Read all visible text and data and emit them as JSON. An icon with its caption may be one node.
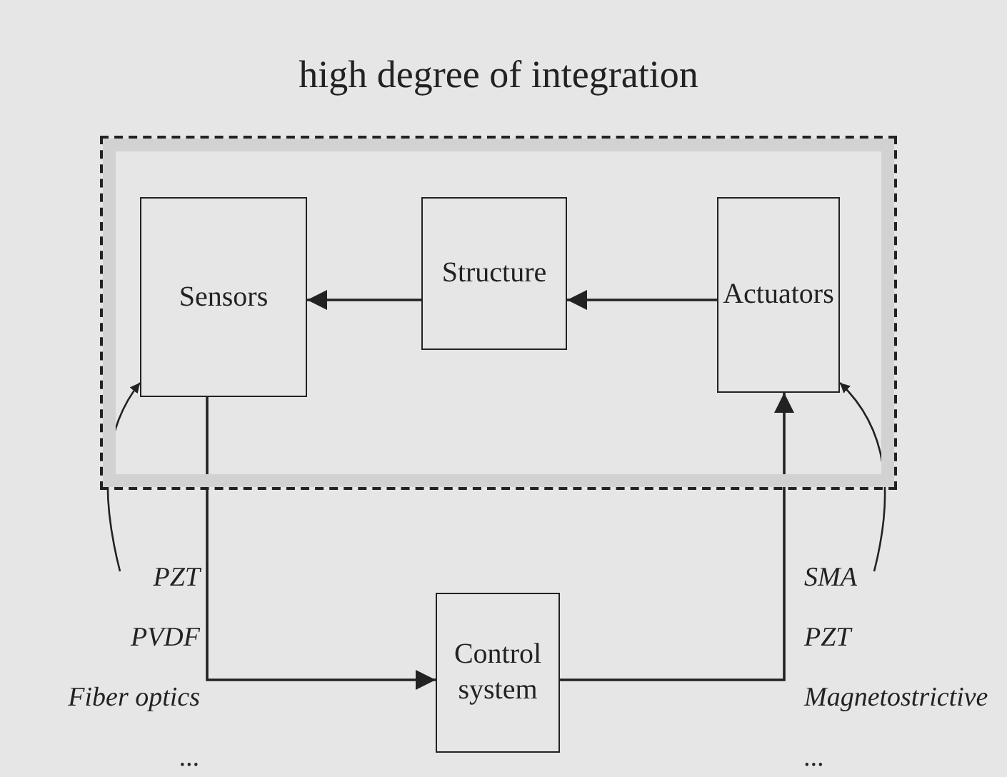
{
  "diagram": {
    "nodes": [
      {
        "text": [
          "high degree of integration"
        ]
      },
      {
        "text": [
          "Sensors"
        ],
        "in": 0
      },
      {
        "text": [
          "Structure"
        ],
        "in": 0
      },
      {
        "text": [
          "Actuators"
        ],
        "in": 0
      },
      {
        "text": [
          "Control system"
        ]
      },
      {
        "text": [
          "PZT",
          "PVDF",
          "Fiber optics",
          "..."
        ]
      },
      {
        "text": [
          "SMA",
          "PZT",
          "Magnetostrictive",
          "..."
        ]
      }
    ],
    "edges": [
      {
        "from": 3,
        "to": 2,
        "arrow": "to"
      },
      {
        "from": 2,
        "to": 1,
        "arrow": "to"
      },
      {
        "from": 1,
        "to": 4,
        "arrow": "to"
      },
      {
        "from": 4,
        "to": 3,
        "arrow": "to"
      },
      {
        "from": 5,
        "to": 1,
        "arrow": "to"
      },
      {
        "from": 6,
        "to": 3,
        "arrow": "to"
      }
    ]
  }
}
